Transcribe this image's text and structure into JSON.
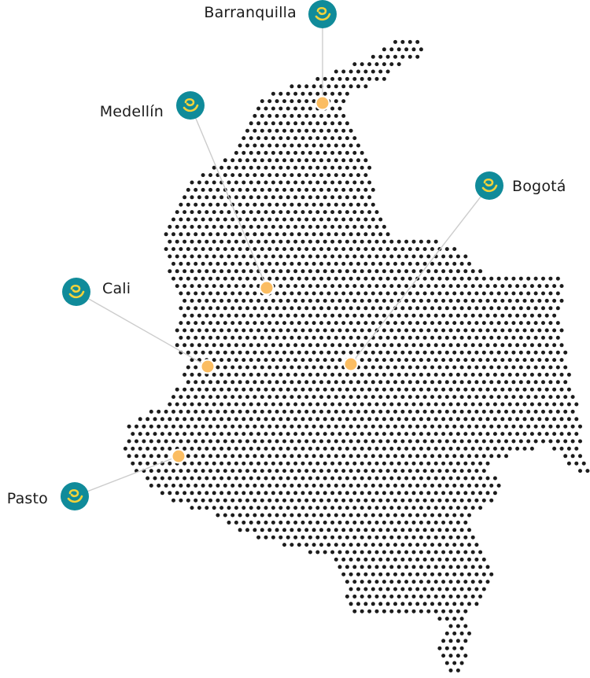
{
  "map": {
    "region": "Colombia",
    "colors": {
      "dots": "#1c1c1c",
      "badge": "#108b9a",
      "badge_glyph": "#f2d23a",
      "marker": "#fbbd62",
      "leader": "#cccccc",
      "label": "#1b1b1b"
    },
    "badge_icon": "location-logo-icon",
    "cities": [
      {
        "name": "Barranquilla"
      },
      {
        "name": "Medellín"
      },
      {
        "name": "Bogotá"
      },
      {
        "name": "Cali"
      },
      {
        "name": "Pasto"
      }
    ]
  }
}
